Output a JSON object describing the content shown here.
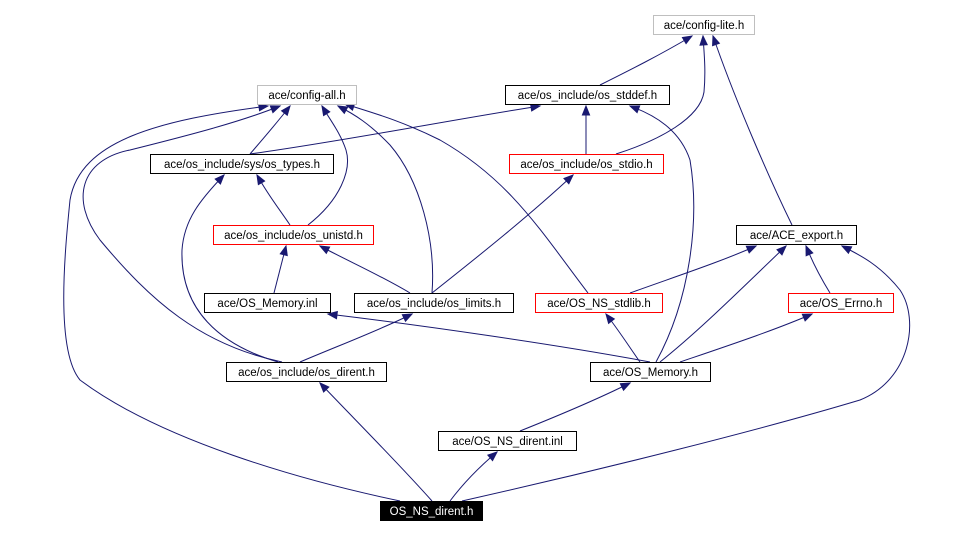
{
  "colors": {
    "edge": "#191970",
    "node_border_default": "#000000",
    "node_border_external": "#bfbfbf",
    "node_border_undocumented": "#ff0000",
    "node_fill_root": "#000000",
    "node_text_root": "#ffffff",
    "node_text": "#000000"
  },
  "nodes": [
    {
      "id": "config_lite",
      "label": "ace/config-lite.h",
      "style": "external"
    },
    {
      "id": "config_all",
      "label": "ace/config-all.h",
      "style": "external"
    },
    {
      "id": "os_stddef",
      "label": "ace/os_include/os_stddef.h",
      "style": "default"
    },
    {
      "id": "sys_types",
      "label": "ace/os_include/sys/os_types.h",
      "style": "default"
    },
    {
      "id": "os_stdio",
      "label": "ace/os_include/os_stdio.h",
      "style": "undocumented"
    },
    {
      "id": "os_unistd",
      "label": "ace/os_include/os_unistd.h",
      "style": "undocumented"
    },
    {
      "id": "ace_export",
      "label": "ace/ACE_export.h",
      "style": "default"
    },
    {
      "id": "os_memory_inl",
      "label": "ace/OS_Memory.inl",
      "style": "default"
    },
    {
      "id": "os_limits",
      "label": "ace/os_include/os_limits.h",
      "style": "default"
    },
    {
      "id": "os_ns_stdlib",
      "label": "ace/OS_NS_stdlib.h",
      "style": "undocumented"
    },
    {
      "id": "os_errno",
      "label": "ace/OS_Errno.h",
      "style": "undocumented"
    },
    {
      "id": "os_dirent",
      "label": "ace/os_include/os_dirent.h",
      "style": "default"
    },
    {
      "id": "os_memory_h",
      "label": "ace/OS_Memory.h",
      "style": "default"
    },
    {
      "id": "os_ns_dirent_inl",
      "label": "ace/OS_NS_dirent.inl",
      "style": "default"
    },
    {
      "id": "root",
      "label": "OS_NS_dirent.h",
      "style": "root"
    }
  ],
  "edges": [
    [
      "os_stddef",
      "config_lite"
    ],
    [
      "os_stdio",
      "config_lite"
    ],
    [
      "ace_export",
      "config_lite"
    ],
    [
      "sys_types",
      "config_all"
    ],
    [
      "os_unistd",
      "config_all"
    ],
    [
      "os_limits",
      "config_all"
    ],
    [
      "os_ns_stdlib",
      "config_all"
    ],
    [
      "os_dirent",
      "config_all"
    ],
    [
      "root",
      "config_all"
    ],
    [
      "sys_types",
      "os_stddef"
    ],
    [
      "os_stdio",
      "os_stddef"
    ],
    [
      "os_memory_h",
      "os_stddef"
    ],
    [
      "os_unistd",
      "sys_types"
    ],
    [
      "os_dirent",
      "sys_types"
    ],
    [
      "os_limits",
      "os_stdio"
    ],
    [
      "os_memory_inl",
      "os_unistd"
    ],
    [
      "os_limits",
      "os_unistd"
    ],
    [
      "os_dirent",
      "os_limits"
    ],
    [
      "os_memory_h",
      "os_memory_inl"
    ],
    [
      "os_ns_stdlib",
      "ace_export"
    ],
    [
      "os_errno",
      "ace_export"
    ],
    [
      "os_memory_h",
      "ace_export"
    ],
    [
      "root",
      "ace_export"
    ],
    [
      "os_memory_h",
      "os_ns_stdlib"
    ],
    [
      "os_memory_h",
      "os_errno"
    ],
    [
      "os_ns_dirent_inl",
      "os_memory_h"
    ],
    [
      "root",
      "os_dirent"
    ],
    [
      "root",
      "os_ns_dirent_inl"
    ]
  ]
}
